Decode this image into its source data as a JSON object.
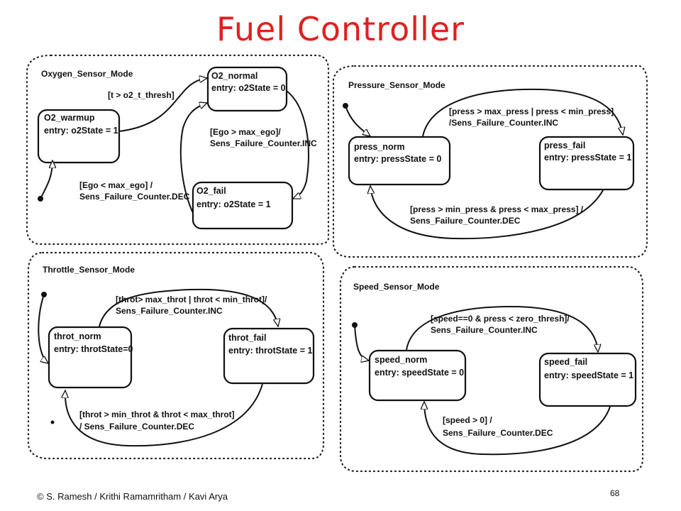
{
  "title": "Fuel Controller",
  "footer": {
    "copyright": "© S. Ramesh / Krithi Ramamritham / Kavi Arya",
    "page_number": "68"
  },
  "diagram": {
    "oxygen": {
      "name": "Oxygen_Sensor_Mode",
      "warmup": [
        "O2_warmup",
        "entry: o2State = 1"
      ],
      "normal": [
        "O2_normal",
        "entry: o2State = 0"
      ],
      "fail": [
        "O2_fail",
        "entry: o2State = 1"
      ],
      "t_warmup_normal": "[t > o2_t_thresh]",
      "t_normal_fail": [
        "[Ego > max_ego]/",
        "Sens_Failure_Counter.INC"
      ],
      "t_fail_warmup": [
        "[Ego < max_ego] /",
        "Sens_Failure_Counter.DEC"
      ]
    },
    "pressure": {
      "name": "Pressure_Sensor_Mode",
      "norm": [
        "press_norm",
        "entry:  pressState = 0"
      ],
      "fail": [
        "press_fail",
        "entry: pressState = 1"
      ],
      "t_norm_fail": [
        "[press > max_press | press < min_press]",
        "/Sens_Failure_Counter.INC"
      ],
      "t_fail_norm": [
        "[press > min_press & press < max_press] /",
        "Sens_Failure_Counter.DEC"
      ]
    },
    "throttle": {
      "name": "Throttle_Sensor_Mode",
      "norm": [
        "throt_norm",
        "entry: throtState=0"
      ],
      "fail": [
        "throt_fail",
        "entry: throtState = 1"
      ],
      "t_norm_fail": [
        "[throt> max_throt | throt < min_throt]/",
        "Sens_Failure_Counter.INC"
      ],
      "t_fail_norm": [
        "[throt >  min_throt & throt < max_throt]",
        "/ Sens_Failure_Counter.DEC"
      ]
    },
    "speed": {
      "name": "Speed_Sensor_Mode",
      "norm": [
        "speed_norm",
        "entry: speedState = 0"
      ],
      "fail": [
        "speed_fail",
        "entry: speedState = 1"
      ],
      "t_norm_fail": [
        "[speed==0 & press < zero_thresh]/",
        "Sens_Failure_Counter.INC"
      ],
      "t_fail_norm": [
        "[speed > 0] /",
        "Sens_Failure_Counter.DEC"
      ]
    }
  }
}
